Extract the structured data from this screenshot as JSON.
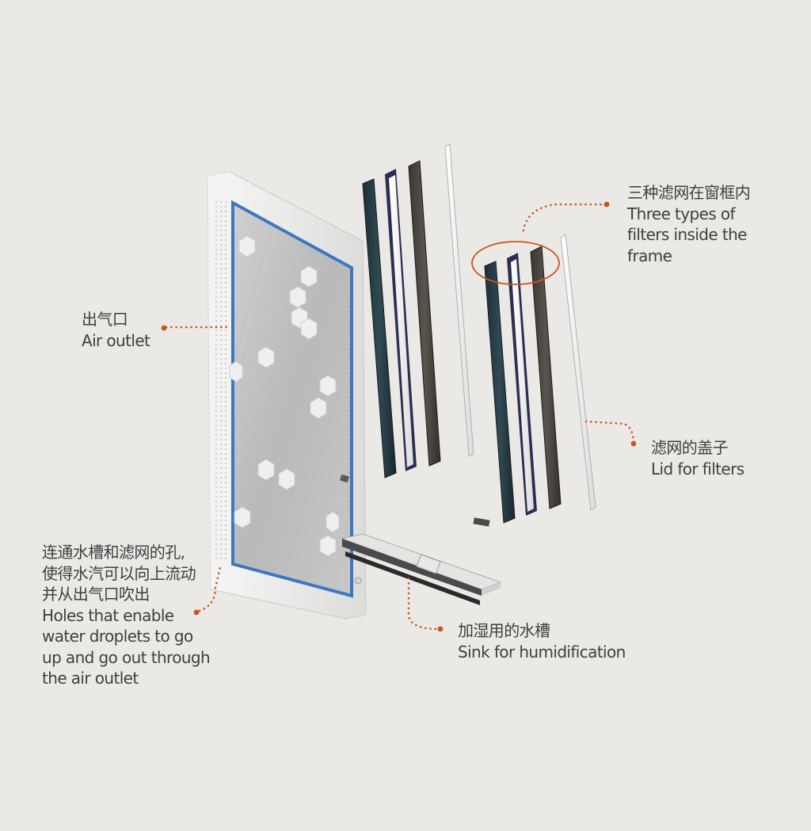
{
  "accent_color": "#c8561c",
  "callouts": {
    "filters_inside": {
      "zh": "三种滤网在窗框内",
      "en_lines": [
        "Three types of",
        "filters inside the",
        "frame"
      ]
    },
    "air_outlet": {
      "zh": "出气口",
      "en_lines": [
        "Air outlet"
      ]
    },
    "filter_lid": {
      "zh": "滤网的盖子",
      "en_lines": [
        "Lid for filters"
      ]
    },
    "holes": {
      "zh_lines": [
        "连通水槽和滤网的孔,",
        "使得水汽可以向上流动",
        "并从出气口吹出"
      ],
      "en_lines": [
        "Holes that enable",
        "water droplets to go",
        "up and go out through",
        "the air outlet"
      ]
    },
    "sink": {
      "zh": "加湿用的水槽",
      "en_lines": [
        "Sink for humidification"
      ]
    }
  }
}
